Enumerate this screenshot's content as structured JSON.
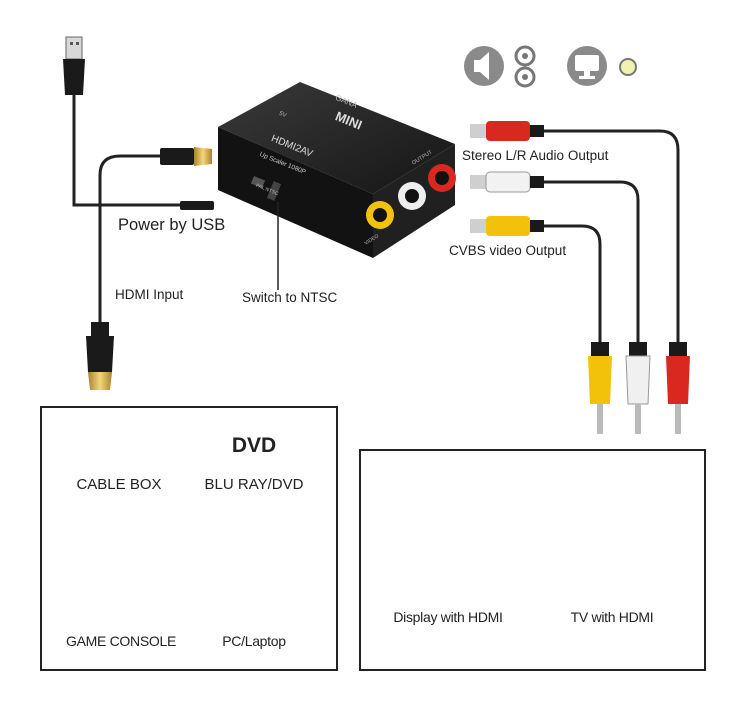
{
  "device": {
    "brand": "GANA",
    "model": "MINI",
    "product_line1": "HDMI2AV",
    "product_line2": "Up Scaler 1080P",
    "side_power": "5V",
    "port_output": "OUTPUT",
    "switch_label": "PAL NTSC",
    "port_video": "VIDEO"
  },
  "labels": {
    "power": "Power by USB",
    "hdmi_input": "HDMI Input",
    "switch": "Switch to NTSC",
    "audio_output": "Stereo L/R Audio Output",
    "video_output": "CVBS video Output"
  },
  "sources": {
    "cable_box": "CABLE BOX",
    "dvd_logo": "DVD",
    "blu_ray": "BLU RAY/DVD",
    "game_console": "GAME CONSOLE",
    "pc": "PC/Laptop"
  },
  "displays": {
    "monitor": "Display with HDMI",
    "tv": "TV with HDMI"
  },
  "icons": [
    "speaker-icon",
    "audio-jacks-icon",
    "monitor-icon",
    "indicator-light-icon"
  ],
  "colors": {
    "audio_left": "#e8e8e8",
    "audio_right": "#d8281f",
    "video": "#f2c20a",
    "cable": "#222222",
    "device_body": "#1c1c1c",
    "icon_gray": "#8a8a8a"
  }
}
